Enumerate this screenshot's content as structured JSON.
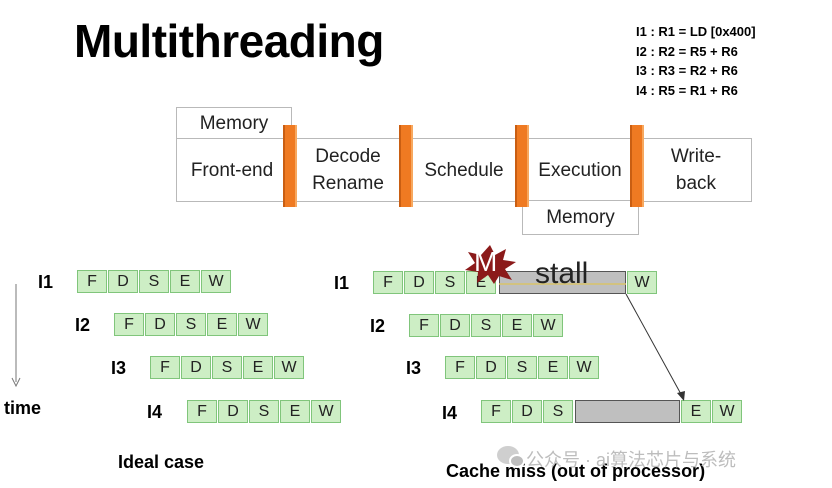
{
  "title": "Multithreading",
  "instructions": [
    "I1 : R1 = LD [0x400]",
    "I2 : R2 = R5 + R6",
    "I3 : R3 = R2 + R6",
    "I4 : R5 = R1 + R6"
  ],
  "pipeline": {
    "memory_top": "Memory",
    "memory_bottom": "Memory",
    "stages": [
      "Front-end",
      "Decode\nRename",
      "Schedule",
      "Execution",
      "Write-\nback"
    ]
  },
  "ideal": {
    "time_label": "time",
    "caption": "Ideal case",
    "rows": [
      {
        "label": "I1",
        "cells": [
          "F",
          "D",
          "S",
          "E",
          "W"
        ]
      },
      {
        "label": "I2",
        "cells": [
          "F",
          "D",
          "S",
          "E",
          "W"
        ]
      },
      {
        "label": "I3",
        "cells": [
          "F",
          "D",
          "S",
          "E",
          "W"
        ]
      },
      {
        "label": "I4",
        "cells": [
          "F",
          "D",
          "S",
          "E",
          "W"
        ]
      }
    ]
  },
  "miss": {
    "caption": "Cache miss (out of processor)",
    "miss_marker": "M",
    "stall_label": "stall",
    "rows": [
      {
        "label": "I1",
        "cells": [
          "F",
          "D",
          "S",
          "E"
        ],
        "after": [
          "W"
        ]
      },
      {
        "label": "I2",
        "cells": [
          "F",
          "D",
          "S",
          "E",
          "W"
        ],
        "after": []
      },
      {
        "label": "I3",
        "cells": [
          "F",
          "D",
          "S",
          "E",
          "W"
        ],
        "after": []
      },
      {
        "label": "I4",
        "cells": [
          "F",
          "D",
          "S"
        ],
        "after": [
          "E",
          "W"
        ]
      }
    ]
  },
  "watermark": "公众号 · ai算法芯片与系统",
  "colors": {
    "cell_fill": "#cdeec5",
    "cell_border": "#80c57b",
    "bar": "#ef7a22",
    "stall": "#bfbfbf",
    "miss_star": "#8b1a1a"
  }
}
